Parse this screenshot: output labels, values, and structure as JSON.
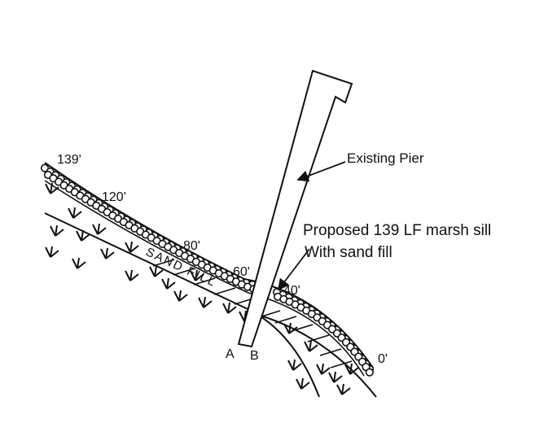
{
  "diagram": {
    "stations": {
      "s139": "139'",
      "s120": "120'",
      "s80": "80'",
      "s60": "60'",
      "s40": "40'",
      "s0": "0'"
    },
    "section_labels": {
      "a": "A",
      "b": "B"
    },
    "pier_label": "Existing Pier",
    "sill_label_line1": "Proposed 139 LF marsh sill",
    "sill_label_line2": "With sand fill",
    "sand_fill_label": "SAND FILL",
    "colors": {
      "ink": "#111111",
      "background": "#ffffff"
    }
  }
}
